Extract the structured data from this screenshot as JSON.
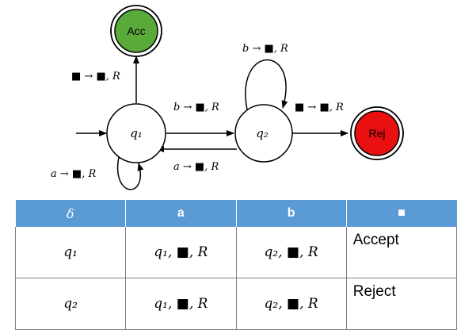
{
  "states": {
    "q1": "q₁",
    "q2": "q₂",
    "accept": "Acc",
    "reject": "Rej"
  },
  "edges": {
    "q1_to_acc": "■ → ■, R",
    "q1_to_q2": "b → ■, R",
    "q2_to_q1": "a → ■, R",
    "q1_self": "a → ■, R",
    "q2_self": "b → ■, R",
    "q2_to_rej": "■ → ■, R"
  },
  "colors": {
    "accept_fill": "#5aaa3a",
    "reject_fill": "#e81010",
    "header_fill": "#5b9bd5"
  },
  "table": {
    "headers": [
      "δ",
      "a",
      "b",
      "■"
    ],
    "rows": [
      [
        "q₁",
        "q₁, ■, R",
        "q₂, ■, R",
        "Accept"
      ],
      [
        "q₂",
        "q₁, ■, R",
        "q₂, ■, R",
        "Reject"
      ]
    ]
  }
}
